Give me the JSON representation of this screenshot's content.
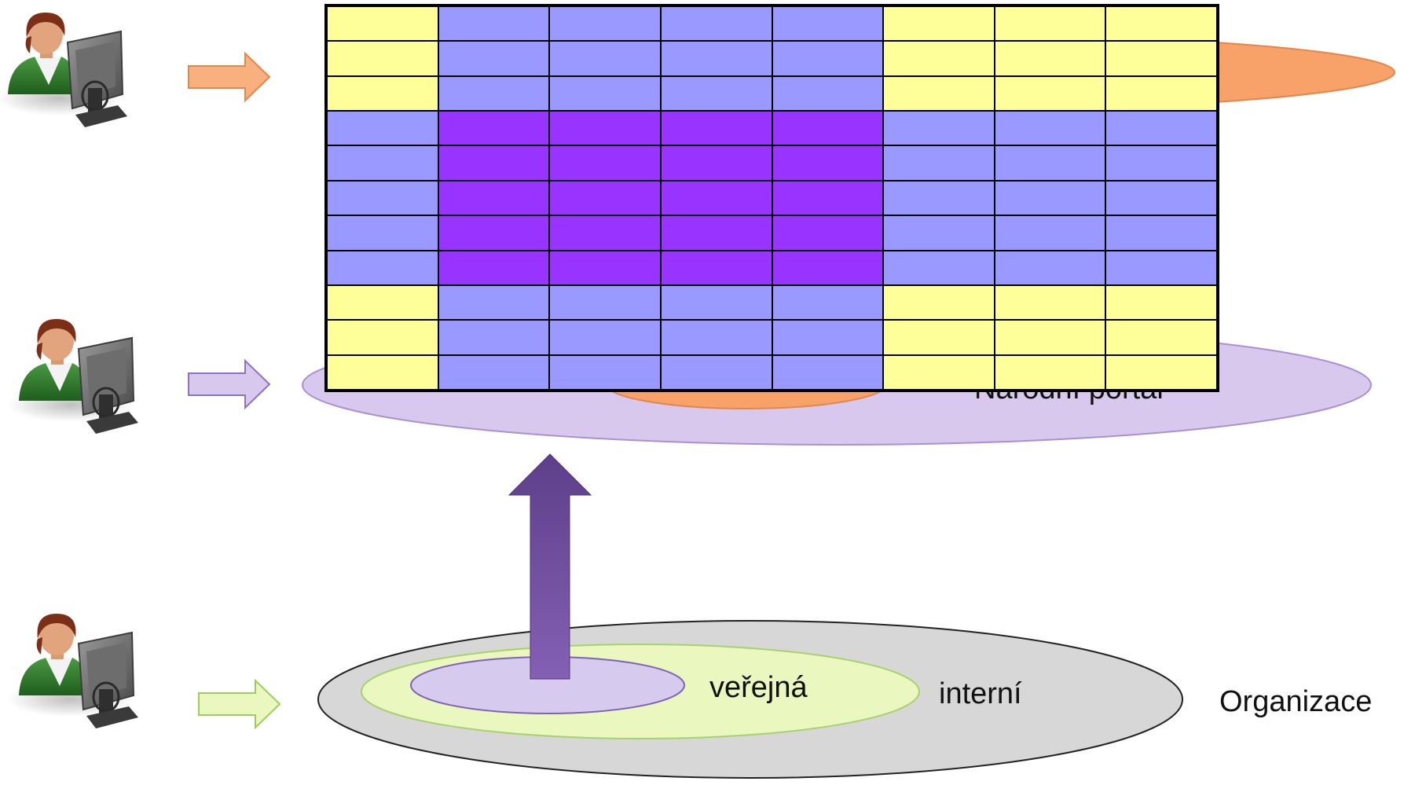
{
  "colors": {
    "yellow": "#ffff99",
    "blue": "#9999ff",
    "purple": "#9933ff",
    "orange": "#f8a26a",
    "lavender": "#d8c8ee",
    "green": "#eaf8c0",
    "grey": "#d7d7d7",
    "inner_purple": "#d6cbef",
    "arrow_purple": "#6a4b96"
  },
  "layers": {
    "top": {
      "name": "",
      "arrow_color": "orange"
    },
    "middle": {
      "name": "Národní portál",
      "arrow_color": "lavender"
    },
    "bottom": {
      "name": "Organizace",
      "rings": {
        "inner": "veřejná",
        "middle": "interní"
      },
      "arrow_color": "green"
    }
  },
  "grid": {
    "rows": [
      [
        "yellow",
        "blue",
        "blue",
        "blue",
        "blue",
        "yellow",
        "yellow",
        "yellow"
      ],
      [
        "yellow",
        "blue",
        "blue",
        "blue",
        "blue",
        "yellow",
        "yellow",
        "yellow"
      ],
      [
        "yellow",
        "blue",
        "blue",
        "blue",
        "blue",
        "yellow",
        "yellow",
        "yellow"
      ],
      [
        "blue",
        "purple",
        "purple",
        "purple",
        "purple",
        "blue",
        "blue",
        "blue"
      ],
      [
        "blue",
        "purple",
        "purple",
        "purple",
        "purple",
        "blue",
        "blue",
        "blue"
      ],
      [
        "blue",
        "purple",
        "purple",
        "purple",
        "purple",
        "blue",
        "blue",
        "blue"
      ],
      [
        "blue",
        "purple",
        "purple",
        "purple",
        "purple",
        "blue",
        "blue",
        "blue"
      ],
      [
        "blue",
        "purple",
        "purple",
        "purple",
        "purple",
        "blue",
        "blue",
        "blue"
      ],
      [
        "yellow",
        "blue",
        "blue",
        "blue",
        "blue",
        "yellow",
        "yellow",
        "yellow"
      ],
      [
        "yellow",
        "blue",
        "blue",
        "blue",
        "blue",
        "yellow",
        "yellow",
        "yellow"
      ],
      [
        "yellow",
        "blue",
        "blue",
        "blue",
        "blue",
        "yellow",
        "yellow",
        "yellow"
      ]
    ]
  },
  "icons": {
    "user": "user-at-computer-icon",
    "arrow_right": "arrow-right-icon",
    "arrow_up": "arrow-up-icon"
  }
}
